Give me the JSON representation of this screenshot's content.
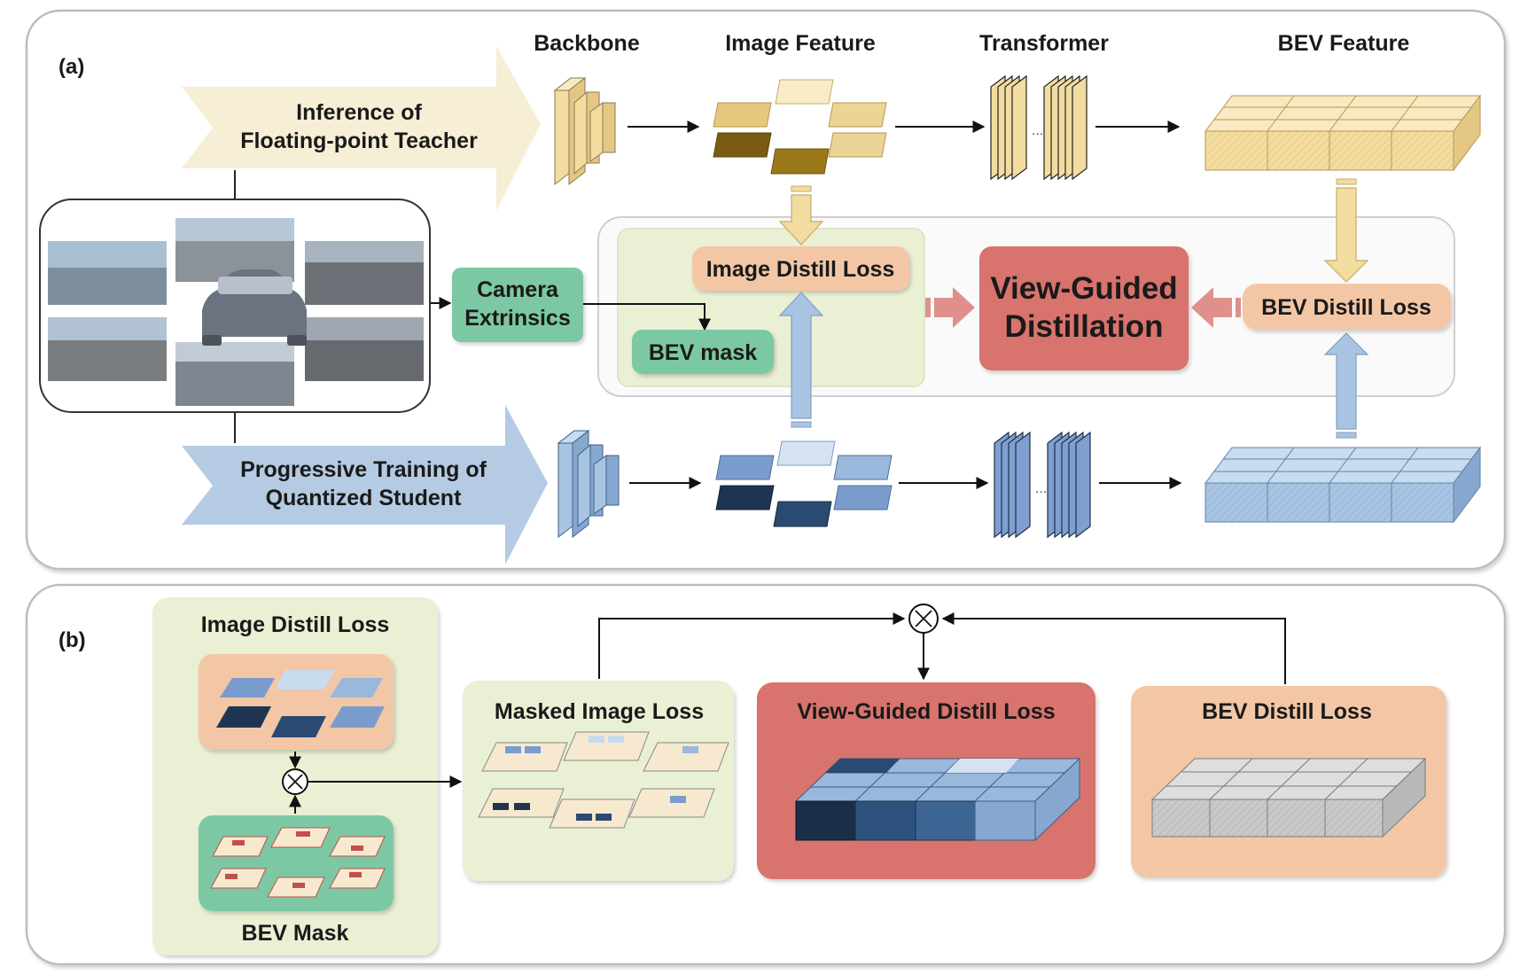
{
  "panel_a": {
    "tag": "(a)",
    "columns": {
      "backbone": "Backbone",
      "image_feature": "Image Feature",
      "transformer": "Transformer",
      "bev_feature": "BEV Feature"
    },
    "teacher_line1": "Inference of",
    "teacher_line2": "Floating-point Teacher",
    "student_line1": "Progressive Training of",
    "student_line2": "Quantized Student",
    "camera_line1": "Camera",
    "camera_line2": "Extrinsics",
    "bev_mask": "BEV mask",
    "image_distill_loss": "Image Distill Loss",
    "vgd_line1": "View-Guided",
    "vgd_line2": "Distillation",
    "bev_distill_loss": "BEV Distill Loss"
  },
  "panel_b": {
    "tag": "(b)",
    "image_distill_loss": "Image Distill Loss",
    "bev_mask": "BEV Mask",
    "masked_image_loss": "Masked Image Loss",
    "view_guided_distill_loss": "View-Guided Distill Loss",
    "bev_distill_loss": "BEV Distill Loss"
  },
  "colors": {
    "teacher": "#f3dca0",
    "student": "#a9c4e2",
    "camera_green": "#7bc8a4",
    "loss_peach": "#f3c7a6",
    "vgd_red": "#d9736d",
    "panel_green": "#eaf0d4"
  }
}
